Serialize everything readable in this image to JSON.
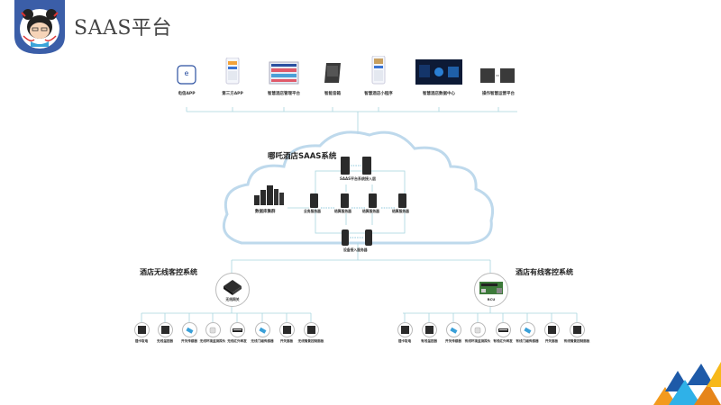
{
  "header": {
    "title": "SAAS平台",
    "logo_icon": "girl-mascot-shield-icon"
  },
  "top_apps": [
    {
      "label": "电信APP",
      "icon": "telecom-app-icon"
    },
    {
      "label": "第三方APP",
      "icon": "phone-app-icon"
    },
    {
      "label": "智慧酒店管理平台",
      "icon": "dashboard-grid-icon"
    },
    {
      "label": "智能音箱",
      "icon": "smart-speaker-icon"
    },
    {
      "label": "智慧酒店小程序",
      "icon": "mini-program-phone-icon"
    },
    {
      "label": "智慧酒店数据中心",
      "icon": "data-center-screen-icon"
    },
    {
      "label": "操作智慧运营平台",
      "icon": "server-pair-icon"
    }
  ],
  "cloud": {
    "title": "哪吒酒店SAAS系统",
    "db_cluster_label": "数据库集群",
    "saas_entry_label": "SAAS平台系统接入层",
    "business_server_label": "业务服务器",
    "cluster_nodes": [
      "结算服务器",
      "结算服务器",
      "结算服务器"
    ],
    "device_access_label": "设备接入服务器",
    "connector": "---"
  },
  "wireless": {
    "title": "酒店无线客控系统",
    "hub_label": "无线网关",
    "devices": [
      {
        "label": "插卡取电",
        "icon": "card-switch-icon"
      },
      {
        "label": "无线温控器",
        "icon": "thermostat-icon"
      },
      {
        "label": "开关传感器",
        "icon": "door-sensor-icon"
      },
      {
        "label": "无线环境监测探头",
        "icon": "env-sensor-icon"
      },
      {
        "label": "无线红外转发",
        "icon": "ir-blaster-icon"
      },
      {
        "label": "无线门磁传感器",
        "icon": "magnetic-sensor-icon"
      },
      {
        "label": "开关面板",
        "icon": "switch-panel-icon"
      },
      {
        "label": "无线情景控制面板",
        "icon": "scene-panel-icon"
      }
    ]
  },
  "wired": {
    "title": "酒店有线客控系统",
    "hub_label": "RCU",
    "devices": [
      {
        "label": "插卡取电",
        "icon": "card-switch-icon"
      },
      {
        "label": "有线温控器",
        "icon": "thermostat-icon"
      },
      {
        "label": "开关传感器",
        "icon": "door-sensor-icon"
      },
      {
        "label": "有线环境监测探头",
        "icon": "env-sensor-icon"
      },
      {
        "label": "有线红外转发",
        "icon": "ir-blaster-icon"
      },
      {
        "label": "有线门磁传感器",
        "icon": "magnetic-sensor-icon"
      },
      {
        "label": "开关面板",
        "icon": "switch-panel-icon"
      },
      {
        "label": "有线情景控制面板",
        "icon": "scene-panel-icon"
      }
    ]
  },
  "colors": {
    "logo_blue": "#3b5ea8",
    "line": "#a9d5de",
    "cloud_fill": "#ffffff",
    "cloud_stroke": "#b7d5ea",
    "tri_orange": "#f39a1e",
    "tri_blue": "#1e5aa8",
    "tri_light_blue": "#2fb1e8",
    "tri_yellow": "#f7b81a"
  }
}
